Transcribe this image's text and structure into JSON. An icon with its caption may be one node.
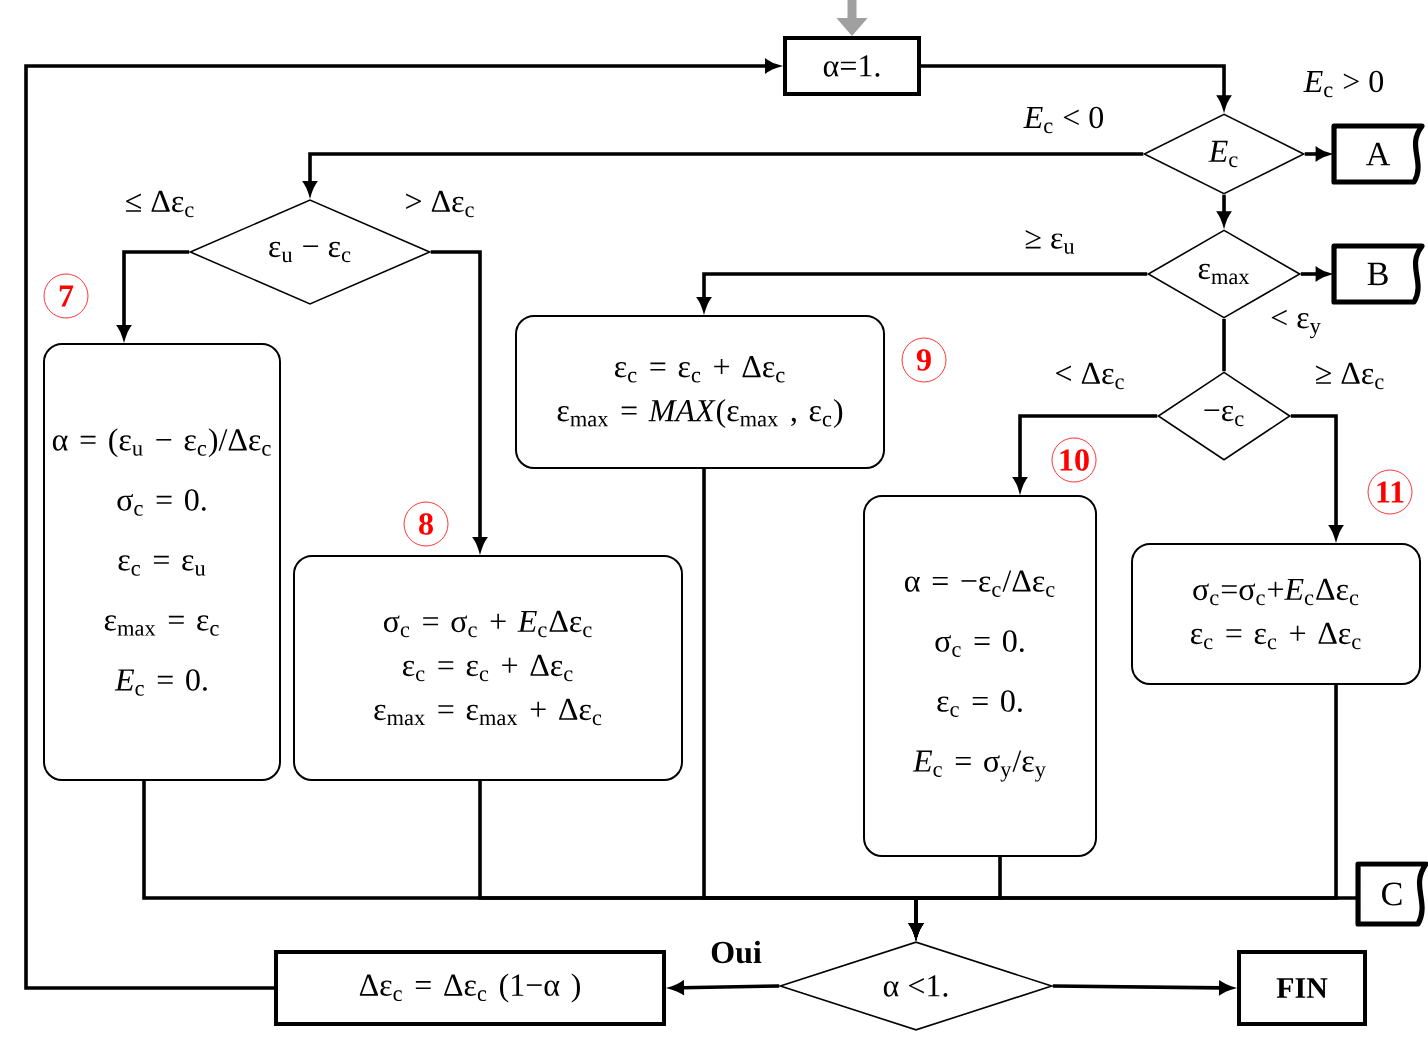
{
  "diagram": {
    "nodes": [
      {
        "text": [
          "α=1."
        ]
      },
      {
        "text": [
          "*E*$_{c}$"
        ]
      },
      {
        "text": [
          "A"
        ]
      },
      {
        "text": [
          "ε$_{max}$"
        ]
      },
      {
        "text": [
          "B"
        ]
      },
      {
        "text": [
          "ε$_{u}$ − ε$_{c}$"
        ]
      },
      {
        "text": [
          "α = (ε$_{u}$ − ε$_{c}$)/Δε$_{c}$",
          "σ$_{c}$ = 0.",
          "ε$_{c}$ = ε$_{u}$",
          "ε$_{max}$ = ε$_{c}$",
          "*E*$_{c}$ = 0."
        ],
        "beside": [
          "7"
        ]
      },
      {
        "text": [
          "σ$_{c}$ = σ$_{c}$ + *E*$_{c}$Δε$_{c}$",
          "ε$_{c}$ = ε$_{c}$ + Δε$_{c}$",
          "ε$_{max}$ = ε$_{max}$ + Δε$_{c}$"
        ],
        "beside": [
          "8"
        ]
      },
      {
        "text": [
          "ε$_{c}$ = ε$_{c}$ + Δε$_{c}$",
          "ε$_{max}$ = *MAX*(ε$_{max}$ , ε$_{c}$)"
        ],
        "beside": [
          "9"
        ]
      },
      {
        "text": [
          "−ε$_{c}$"
        ]
      },
      {
        "text": [
          "α = −ε$_{c}$/Δε$_{c}$",
          "σ$_{c}$ = 0.",
          "ε$_{c}$ = 0.",
          "*E*$_{c}$ = σ$_{y}$/ε$_{y}$"
        ],
        "beside": [
          "10"
        ]
      },
      {
        "text": [
          "σ$_{c}$=σ$_{c}$+*E*$_{c}$Δε$_{c}$",
          "ε$_{c}$ = ε$_{c}$ + Δε$_{c}$"
        ],
        "beside": [
          "11"
        ]
      },
      {
        "text": [
          "C"
        ]
      },
      {
        "text": [
          "α <1."
        ]
      },
      {
        "text": [
          "Δε$_{c}$ = Δε$_{c}$ (1−α )"
        ]
      },
      {
        "text": [
          "FIN"
        ]
      }
    ],
    "edges": [
      {
        "from": null,
        "to": 0,
        "arrow": "to",
        "style": "thick",
        "color": "#a0a0a0"
      },
      {
        "from": 0,
        "to": 1,
        "arrow": "to"
      },
      {
        "from": 14,
        "to": 0,
        "arrow": "to"
      },
      {
        "from": 1,
        "to": 2,
        "arrow": "to",
        "label": "*E*$_{c}$ > 0"
      },
      {
        "from": 1,
        "to": 5,
        "arrow": "to",
        "label": "*E*$_{c}$ < 0"
      },
      {
        "from": 1,
        "to": 3,
        "arrow": "to"
      },
      {
        "from": 3,
        "to": 4,
        "arrow": "to"
      },
      {
        "from": 3,
        "to": 8,
        "arrow": "to",
        "label": "≥ ε$_{u}$"
      },
      {
        "from": 3,
        "to": 9,
        "arrow": "none",
        "label": "< ε$_{y}$"
      },
      {
        "from": 9,
        "to": 10,
        "arrow": "to",
        "label": "< Δε$_{c}$"
      },
      {
        "from": 9,
        "to": 11,
        "arrow": "to",
        "label": "≥ Δε$_{c}$"
      },
      {
        "from": 5,
        "to": 6,
        "arrow": "to",
        "label": "≤ Δε$_{c}$"
      },
      {
        "from": 5,
        "to": 7,
        "arrow": "to",
        "label": "> Δε$_{c}$"
      },
      {
        "from": 6,
        "to": 13,
        "arrow": "to"
      },
      {
        "from": 7,
        "to": 13,
        "arrow": "to"
      },
      {
        "from": 8,
        "to": 13,
        "arrow": "to"
      },
      {
        "from": 10,
        "to": 13,
        "arrow": "to"
      },
      {
        "from": 11,
        "to": 13,
        "arrow": "to"
      },
      {
        "from": 12,
        "to": 13,
        "arrow": "to"
      },
      {
        "from": 13,
        "to": 14,
        "arrow": "to",
        "label": "Oui"
      },
      {
        "from": 13,
        "to": 15,
        "arrow": "to"
      }
    ]
  }
}
